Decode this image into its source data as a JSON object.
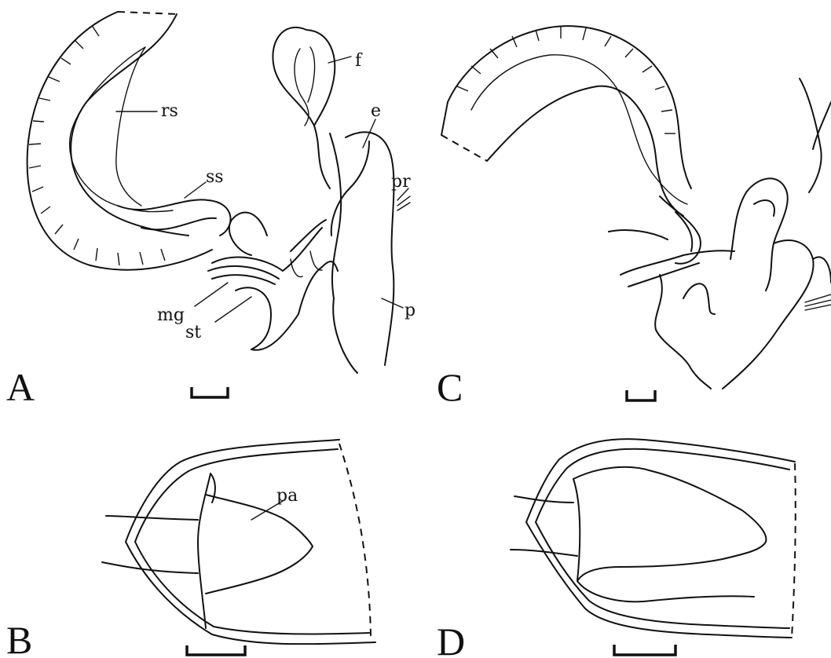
{
  "panels": {
    "A": "A",
    "B": "B",
    "C": "C",
    "D": "D"
  },
  "labels": {
    "rs": "rs",
    "ss": "ss",
    "f": "f",
    "e": "e",
    "pr": "pr",
    "p": "p",
    "mg": "mg",
    "st": "st",
    "pa": "pa"
  },
  "colors": {
    "ink": "#111111",
    "background": "#ffffff"
  }
}
